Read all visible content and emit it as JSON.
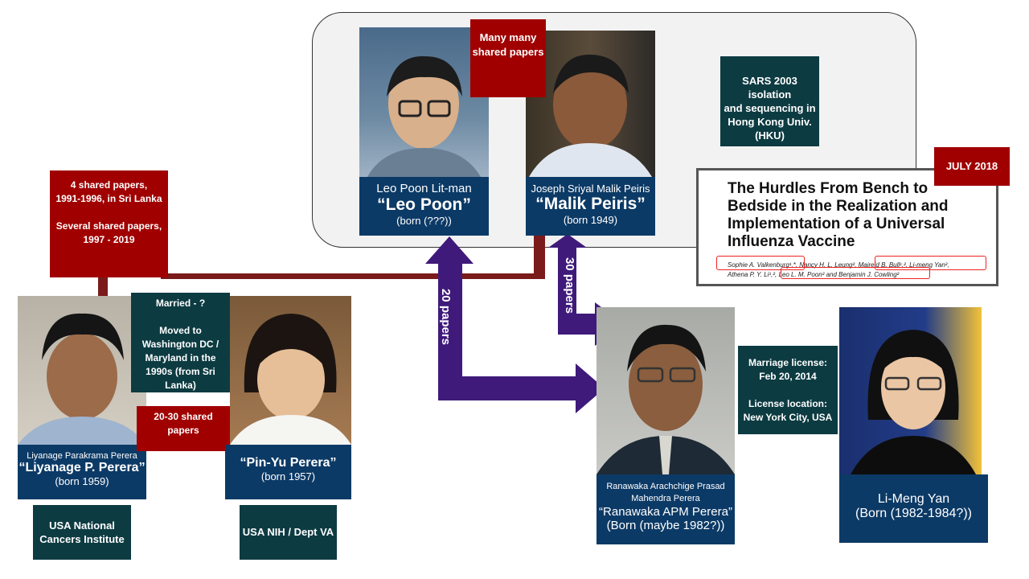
{
  "hku": {
    "box_text": "SARS 2003 isolation\nand sequencing in\nHong Kong Univ.\n(HKU)",
    "shared_label": "Many many\nshared papers"
  },
  "people": {
    "leo_poon": {
      "full": "Leo Poon Lit-man",
      "nick": "“Leo Poon”",
      "born": "(born (???))"
    },
    "malik_peiris": {
      "full": "Joseph Sriyal Malik Peiris",
      "nick": "“Malik Peiris”",
      "born": "(born 1949)"
    },
    "liyanage": {
      "full": "Liyanage Parakrama Perera",
      "nick": "“Liyanage P. Perera”",
      "born": "(born 1959)",
      "org": "USA National\nCancers Institute"
    },
    "pinyu": {
      "nick": "“Pin-Yu Perera”",
      "born": "(born 1957)",
      "org": "USA NIH / Dept VA"
    },
    "ranawaka": {
      "full": "Ranawaka Arachchige Prasad\nMahendra Perera",
      "nick": "“Ranawaka APM Perera”",
      "born": "(Born (maybe 1982?))"
    },
    "limeng": {
      "name": "Li-Meng Yan",
      "born": "(Born (1982-1984?))"
    }
  },
  "labels": {
    "shared_sri_lanka": "4 shared papers,\n1991-1996, in Sri Lanka\n\nSeveral shared papers,\n1997 - 2019",
    "married": "Married - ?\n\nMoved to\nWashington DC /\nMaryland in the\n1990s (from Sri\nLanka)",
    "shared_20_30": "20-30 shared\npapers",
    "papers_20": "20 papers",
    "papers_30": "30 papers",
    "marriage": "Marriage license:\nFeb 20, 2014\n\nLicense location:\nNew York City, USA"
  },
  "paper": {
    "date": "JULY 2018",
    "title": "The Hurdles From Bench to\nBedside in the Realization and\nImplementation of a Universal\nInfluenza Vaccine",
    "authors": "Sophie A. Valkenburg¹,*, Nancy H. L. Leung², Maireid B. Bull¹,², Li-meng Yan²,\nAthena P. Y. Li¹,², Leo L. M. Poon² and Benjamin J. Cowling²"
  },
  "colors": {
    "navy": "#0c3a66",
    "teal": "#0d3b42",
    "red": "#a00000",
    "arrow": "#3f1a7a",
    "connector": "#7a1a1a"
  }
}
